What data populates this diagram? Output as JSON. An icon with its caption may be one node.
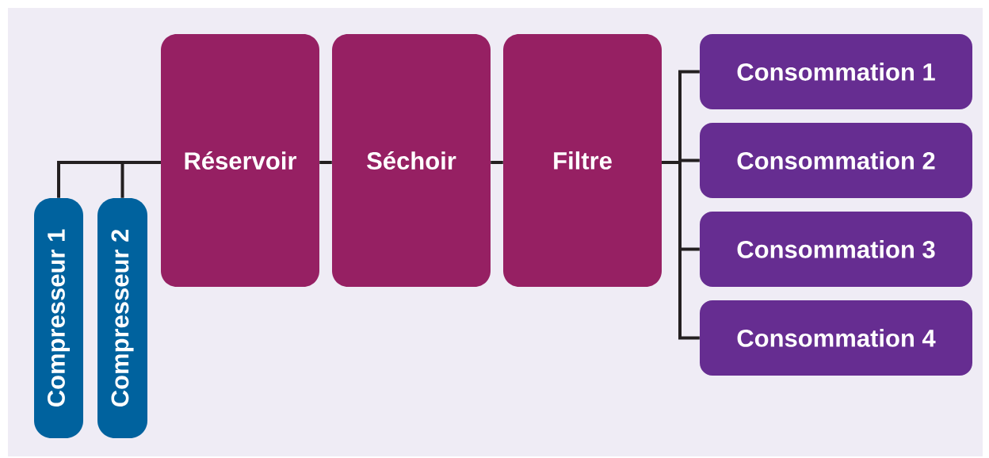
{
  "diagram": {
    "nodes": [
      {
        "text": [
          "Compresseur 1"
        ]
      },
      {
        "text": [
          "Compresseur 2"
        ]
      },
      {
        "text": [
          "Réservoir"
        ]
      },
      {
        "text": [
          "Séchoir"
        ]
      },
      {
        "text": [
          "Filtre"
        ]
      },
      {
        "text": [
          "Consommation 1"
        ]
      },
      {
        "text": [
          "Consommation 2"
        ]
      },
      {
        "text": [
          "Consommation 3"
        ]
      },
      {
        "text": [
          "Consommation 4"
        ]
      }
    ],
    "edges": [
      {
        "from": 0,
        "to": 2,
        "arrow": "none"
      },
      {
        "from": 1,
        "to": 2,
        "arrow": "none"
      },
      {
        "from": 2,
        "to": 3,
        "arrow": "none"
      },
      {
        "from": 3,
        "to": 4,
        "arrow": "none"
      },
      {
        "from": 4,
        "to": 5,
        "arrow": "none"
      },
      {
        "from": 4,
        "to": 6,
        "arrow": "none"
      },
      {
        "from": 4,
        "to": 7,
        "arrow": "none"
      },
      {
        "from": 4,
        "to": 8,
        "arrow": "none"
      }
    ]
  }
}
